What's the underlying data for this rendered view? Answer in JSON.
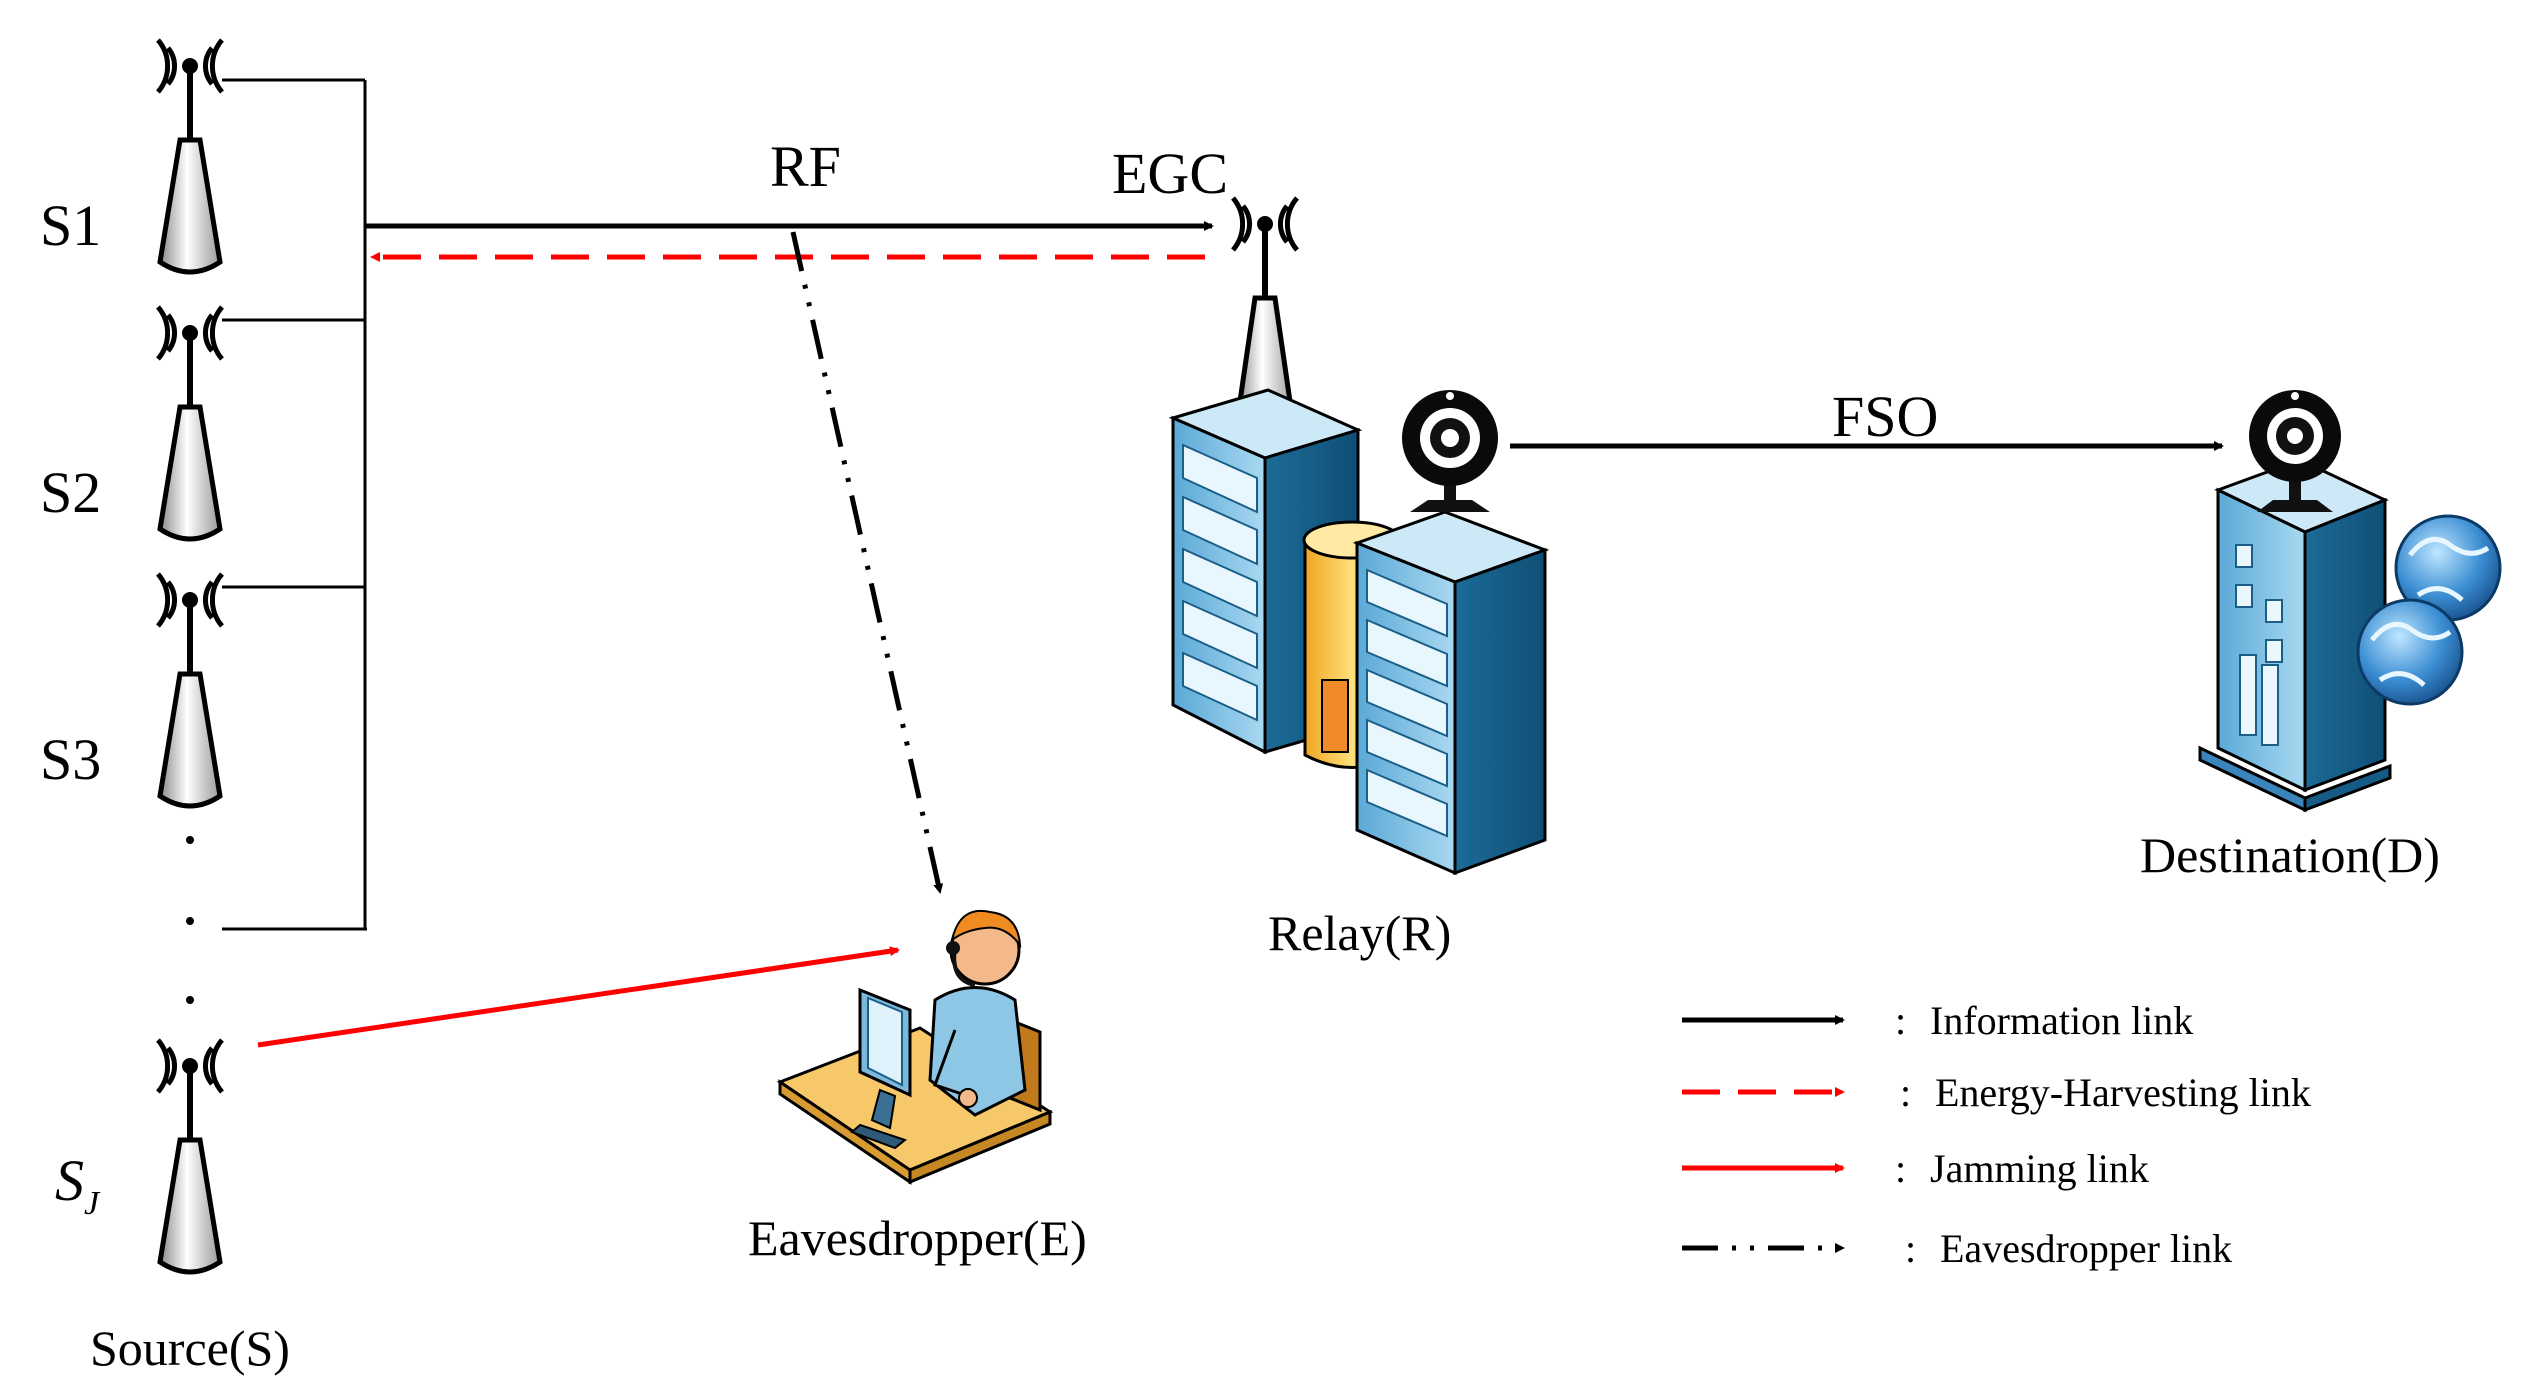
{
  "source": {
    "antenna_labels": [
      "S1",
      "S2",
      "S3"
    ],
    "jammer_label": "S",
    "jammer_subscript": "J",
    "caption": "Source(S)"
  },
  "links": {
    "rf_label": "RF",
    "egc_label": "EGC",
    "fso_label": "FSO"
  },
  "nodes": {
    "relay": "Relay(R)",
    "eavesdropper": "Eavesdropper(E)",
    "destination": "Destination(D)"
  },
  "legend": {
    "separator": ":",
    "items": [
      {
        "label": "Information link",
        "style": "solid",
        "color": "#000000"
      },
      {
        "label": "Energy-Harvesting link",
        "style": "dashed",
        "color": "#ff0000"
      },
      {
        "label": "Jamming link",
        "style": "solid",
        "color": "#ff0000"
      },
      {
        "label": "Eavesdropper link",
        "style": "dash-dot-dot",
        "color": "#000000"
      }
    ]
  },
  "colors": {
    "information": "#000000",
    "energy_harvesting": "#ff0000",
    "jamming": "#ff0000",
    "eavesdropper": "#000000",
    "server_blue": "#2f7fae",
    "server_light": "#9fd0ea",
    "cylinder_yellow": "#f5c431"
  }
}
